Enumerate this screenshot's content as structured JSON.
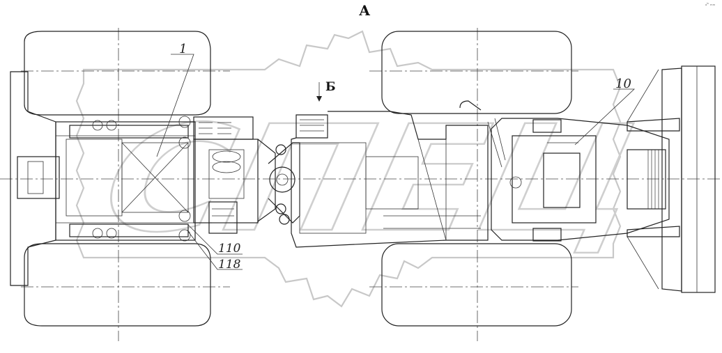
{
  "view_label": "А",
  "arrow_label": "Б",
  "callouts": [
    "1",
    "10",
    "110",
    "118"
  ],
  "watermark": "СПЕЦ",
  "corner_mark": "ₐᵇ ₘₘ"
}
